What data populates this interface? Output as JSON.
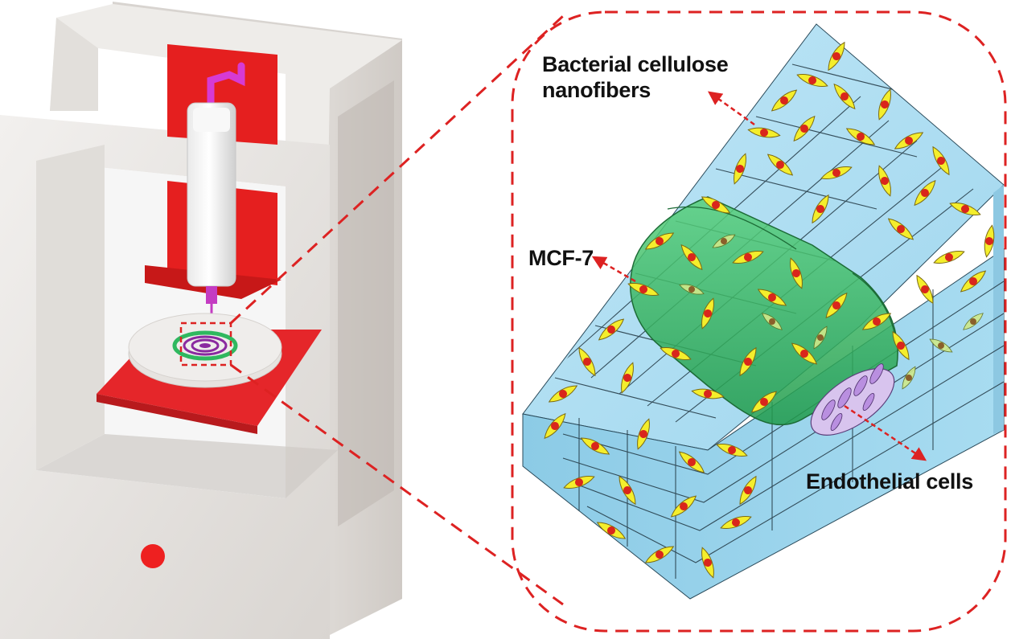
{
  "labels": {
    "bacterial_cellulose_line1": "Bacterial cellulose",
    "bacterial_cellulose_line2": "nanofibers",
    "mcf7": "MCF-7",
    "endothelial": "Endothelial cells"
  },
  "colors": {
    "callout_dash": "#dd2222",
    "printer_frame": "#e9e6e3",
    "printer_red": "#e51f1f",
    "scaffold_blue": "#a9dcf0",
    "channel_green": "#2fb85f",
    "cell_yellow": "#f4ee2c",
    "cell_nucleus": "#d9261c",
    "endothelial_purple": "#c9a7e6",
    "nozzle_magenta": "#d63ad4"
  },
  "icons": {
    "printer": "3d-bioprinter-icon",
    "cell": "spindle-cell-icon",
    "power_button": "power-button-icon"
  }
}
